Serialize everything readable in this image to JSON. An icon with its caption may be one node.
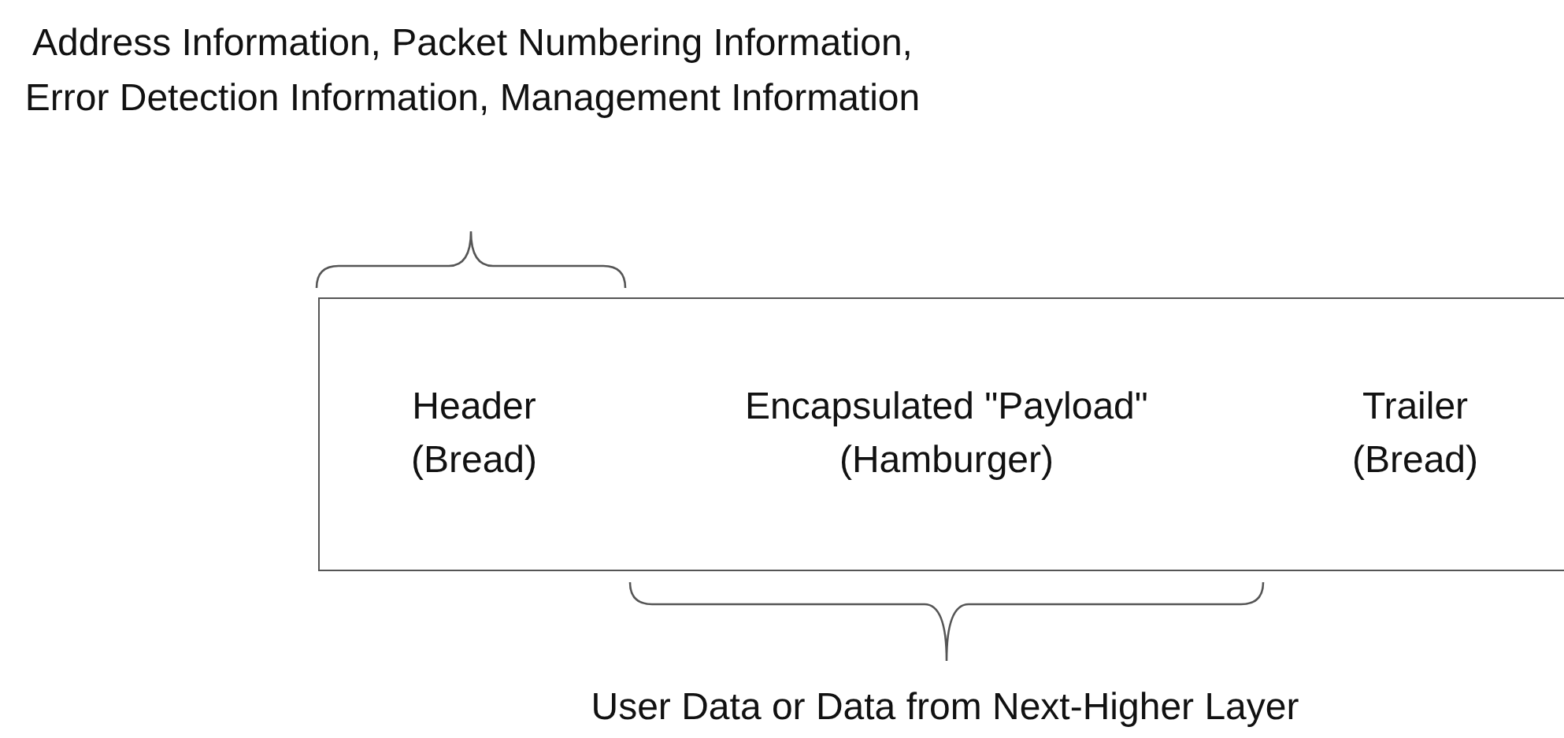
{
  "diagram": {
    "nodes": [
      {
        "text": [
          "Header",
          "(Bread)"
        ]
      },
      {
        "text": [
          "Encapsulated \"Payload\"",
          "(Hamburger)"
        ]
      },
      {
        "text": [
          "Trailer",
          "(Bread)"
        ]
      }
    ],
    "labels": [
      "Address Information, Packet Numbering Information, Error Detection Information, Management Information",
      "User Data or Data from Next-Higher Layer"
    ]
  }
}
